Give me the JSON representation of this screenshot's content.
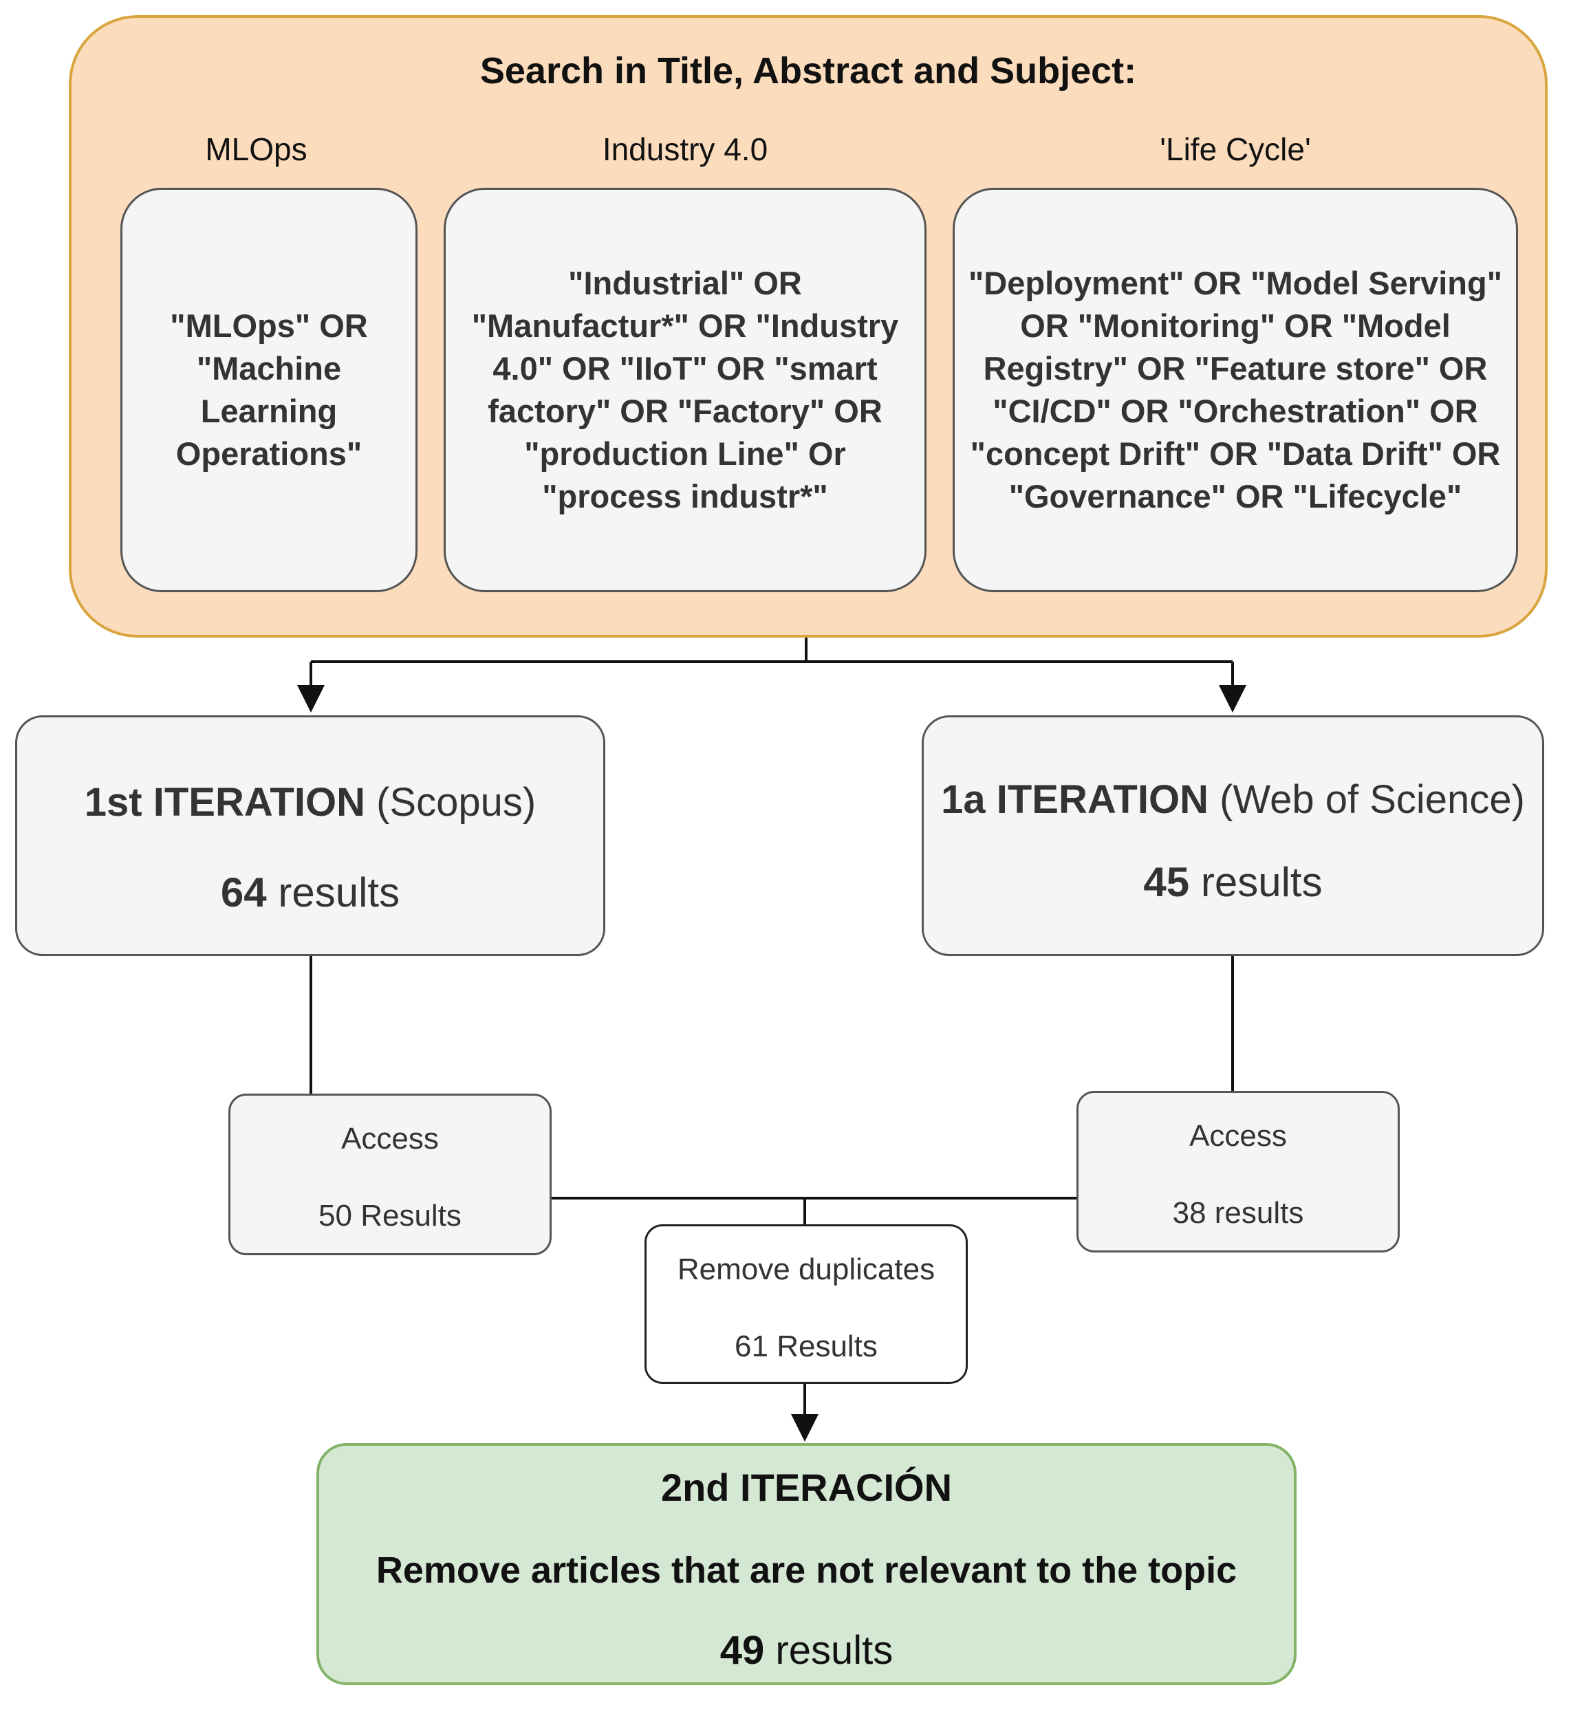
{
  "search": {
    "title": "Search in Title, Abstract and Subject:",
    "columns": [
      {
        "label": "MLOps",
        "terms": "\"MLOps\" OR \"Machine Learning Operations\""
      },
      {
        "label": "Industry 4.0",
        "terms": "\"Industrial\" OR \"Manufactur*\" OR \"Industry 4.0\" OR \"IIoT\" OR \"smart factory\" OR \"Factory\" OR \"production Line\" Or \"process industr*\""
      },
      {
        "label": "'Life Cycle'",
        "terms": "\"Deployment\" OR \"Model Serving\" OR \"Monitoring\" OR \"Model Registry\" OR \"Feature store\" OR \"CI/CD\" OR \"Orchestration\" OR \"concept Drift\" OR \"Data Drift\" OR \"Governance\" OR \"Lifecycle\""
      }
    ]
  },
  "iter_scopus": {
    "name": "1st ITERATION",
    "source": "(Scopus)",
    "count": "64",
    "unit": "results"
  },
  "iter_wos": {
    "name": "1a ITERATION",
    "source": "(Web of Science)",
    "count": "45",
    "unit": "results"
  },
  "access_scopus": {
    "label": "Access",
    "result": "50 Results"
  },
  "access_wos": {
    "label": "Access",
    "result": "38 results"
  },
  "dedupe": {
    "label": "Remove duplicates",
    "result": "61 Results"
  },
  "final": {
    "title": "2nd ITERACIÓN",
    "desc": "Remove articles that are not relevant to the topic",
    "count": "49",
    "unit": "results"
  }
}
